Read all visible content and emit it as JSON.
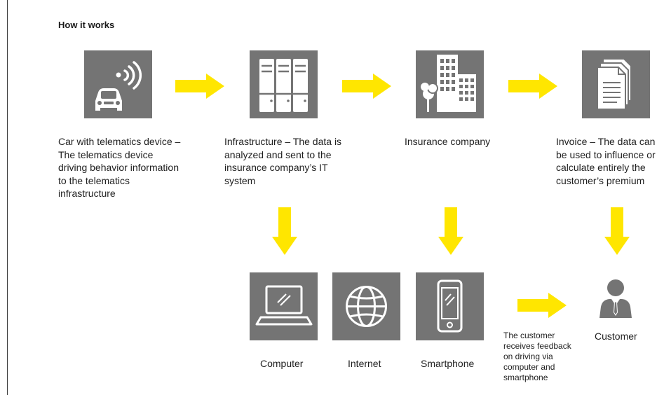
{
  "title": "How it works",
  "captions": {
    "car": "Car with telematics device – The telematics device driving behavior information to the telematics infrastructure",
    "infrastructure": "Infrastructure – The data is analyzed and sent to the insurance company’s IT system",
    "insurance": "Insurance company",
    "invoice": "Invoice – The data can be used to influence or calculate entirely the customer’s premium",
    "computer": "Computer",
    "internet": "Internet",
    "smartphone": "Smartphone",
    "feedback": "The customer receives feedback on driving via computer and smartphone",
    "customer": "Customer"
  },
  "icons": [
    "car-telematics-icon",
    "server-rack-icon",
    "office-buildings-icon",
    "invoice-documents-icon",
    "laptop-icon",
    "globe-icon",
    "smartphone-icon",
    "customer-person-icon"
  ],
  "colors": {
    "box": "#747474",
    "arrow": "#ffe600",
    "text": "#1f1f1f"
  }
}
